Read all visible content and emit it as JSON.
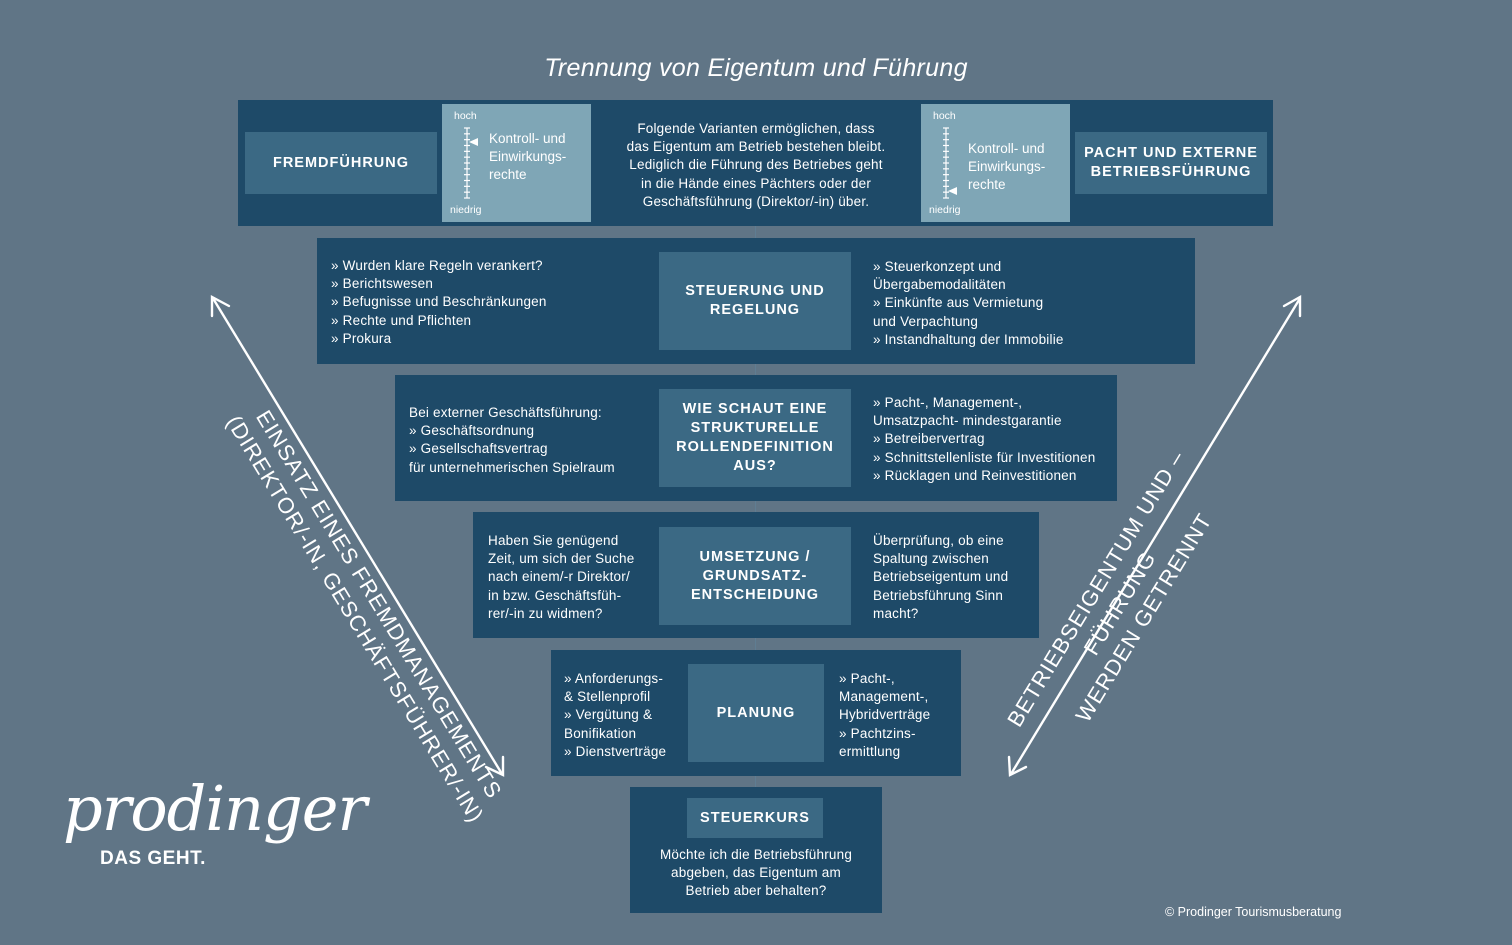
{
  "title": "Trennung von Eigentum und Führung",
  "top": {
    "left_label": "FREMDFÜHRUNG",
    "right_label": "PACHT UND EXTERNE BETRIEBSFÜHRUNG",
    "scale_high": "hoch",
    "scale_low": "niedrig",
    "scale_text": "Kontroll- und\nEinwirkungs-\nrechte",
    "left_scale_level": 0.8,
    "right_scale_level": 0.1,
    "center_text": "Folgende Varianten ermöglichen, dass\ndas Eigentum am Betrieb bestehen bleibt.\nLediglich die Führung des Betriebes geht\nin die Hände eines Pächters oder der\nGeschäftsführung (Direktor/-in) über."
  },
  "steuerung": {
    "label": "STEUERUNG UND\nREGELUNG",
    "left": "» Wurden klare Regeln verankert?\n» Berichtswesen\n» Befugnisse und Beschränkungen\n» Rechte und Pflichten\n» Prokura",
    "right": "» Steuerkonzept und\n   Übergabemodalitäten\n» Einkünfte aus Vermietung\n   und Verpachtung\n» Instandhaltung der Immobilie"
  },
  "rollen": {
    "label": "WIE SCHAUT EINE\nSTRUKTURELLE\nROLLENDEFINITION\nAUS?",
    "left": "Bei externer Geschäftsführung:\n» Geschäftsordnung\n» Gesellschaftsvertrag\nfür unternehmerischen Spielraum",
    "right": "» Pacht-, Management-,\n   Umsatzpacht- mindestgarantie\n» Betreibervertrag\n» Schnittstellenliste für Investitionen\n» Rücklagen und Reinvestitionen"
  },
  "umsetzung": {
    "label": "UMSETZUNG /\nGRUNDSATZ-\nENTSCHEIDUNG",
    "left": "Haben Sie genügend\nZeit, um sich der Suche\nnach einem/-r Direktor/\nin bzw. Geschäftsfüh-\nrer/-in zu widmen?",
    "right": "Überprüfung, ob eine\nSpaltung zwischen\nBetriebseigentum und\nBetriebsführung Sinn\nmacht?"
  },
  "planung": {
    "label": "PLANUNG",
    "left": "» Anforderungs-\n   & Stellenprofil\n» Vergütung &\n   Bonifikation\n» Dienstverträge",
    "right": "» Pacht-,\n   Management-,\n   Hybridverträge\n» Pachtzins-\n   ermittlung"
  },
  "steuerkurs": {
    "label": "STEUERKURS",
    "text": "Möchte ich die Betriebsführung\nabgeben, das Eigentum am\nBetrieb aber behalten?"
  },
  "left_arrow_text": "EINSATZ EINES FREMDMANAGEMENTS\n(DIREKTOR/-IN, GESCHÄFTSFÜHRER/-IN)",
  "right_arrow_text": "BETRIEBSEIGENTUM UND –FÜHRUNG\nWERDEN GETRENNT",
  "logo": {
    "script": "prodinger",
    "tagline": "DAS GEHT."
  },
  "copyright": "© Prodinger Tourismusberatung",
  "colors": {
    "background": "#607586",
    "dark_box": "#1e4a68",
    "mid_box": "#3b6984",
    "light_box": "#7fa6b6"
  }
}
